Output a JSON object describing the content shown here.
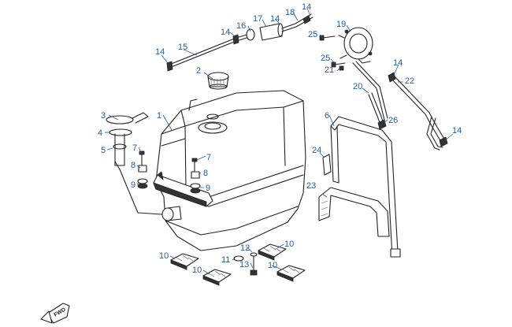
{
  "callouts": [
    {
      "id": "c1",
      "label": "1"
    },
    {
      "id": "c2",
      "label": "2"
    },
    {
      "id": "c3",
      "label": "3"
    },
    {
      "id": "c4",
      "label": "4"
    },
    {
      "id": "c5",
      "label": "5"
    },
    {
      "id": "c6",
      "label": "6"
    },
    {
      "id": "c7a",
      "label": "7"
    },
    {
      "id": "c7b",
      "label": "7"
    },
    {
      "id": "c8a",
      "label": "8"
    },
    {
      "id": "c8b",
      "label": "8"
    },
    {
      "id": "c9a",
      "label": "9"
    },
    {
      "id": "c9b",
      "label": "9"
    },
    {
      "id": "c10a",
      "label": "10"
    },
    {
      "id": "c10b",
      "label": "10"
    },
    {
      "id": "c10c",
      "label": "10"
    },
    {
      "id": "c10d",
      "label": "10"
    },
    {
      "id": "c11",
      "label": "11"
    },
    {
      "id": "c12",
      "label": "12"
    },
    {
      "id": "c13",
      "label": "13"
    },
    {
      "id": "c14a",
      "label": "14"
    },
    {
      "id": "c14b",
      "label": "14"
    },
    {
      "id": "c14c",
      "label": "14"
    },
    {
      "id": "c14d",
      "label": "14"
    },
    {
      "id": "c14e",
      "label": "14"
    },
    {
      "id": "c14f",
      "label": "14"
    },
    {
      "id": "c15",
      "label": "15"
    },
    {
      "id": "c16",
      "label": "16"
    },
    {
      "id": "c17",
      "label": "17"
    },
    {
      "id": "c18",
      "label": "18"
    },
    {
      "id": "c19",
      "label": "19"
    },
    {
      "id": "c20",
      "label": "20"
    },
    {
      "id": "c21",
      "label": "21"
    },
    {
      "id": "c22",
      "label": "22"
    },
    {
      "id": "c23",
      "label": "23"
    },
    {
      "id": "c24",
      "label": "24"
    },
    {
      "id": "c25a",
      "label": "25"
    },
    {
      "id": "c25b",
      "label": "25"
    },
    {
      "id": "c26",
      "label": "26"
    }
  ],
  "fwd_arrow": {
    "label": "FWD"
  },
  "colors": {
    "callout": "#1f5fa8",
    "line": "#222222"
  }
}
